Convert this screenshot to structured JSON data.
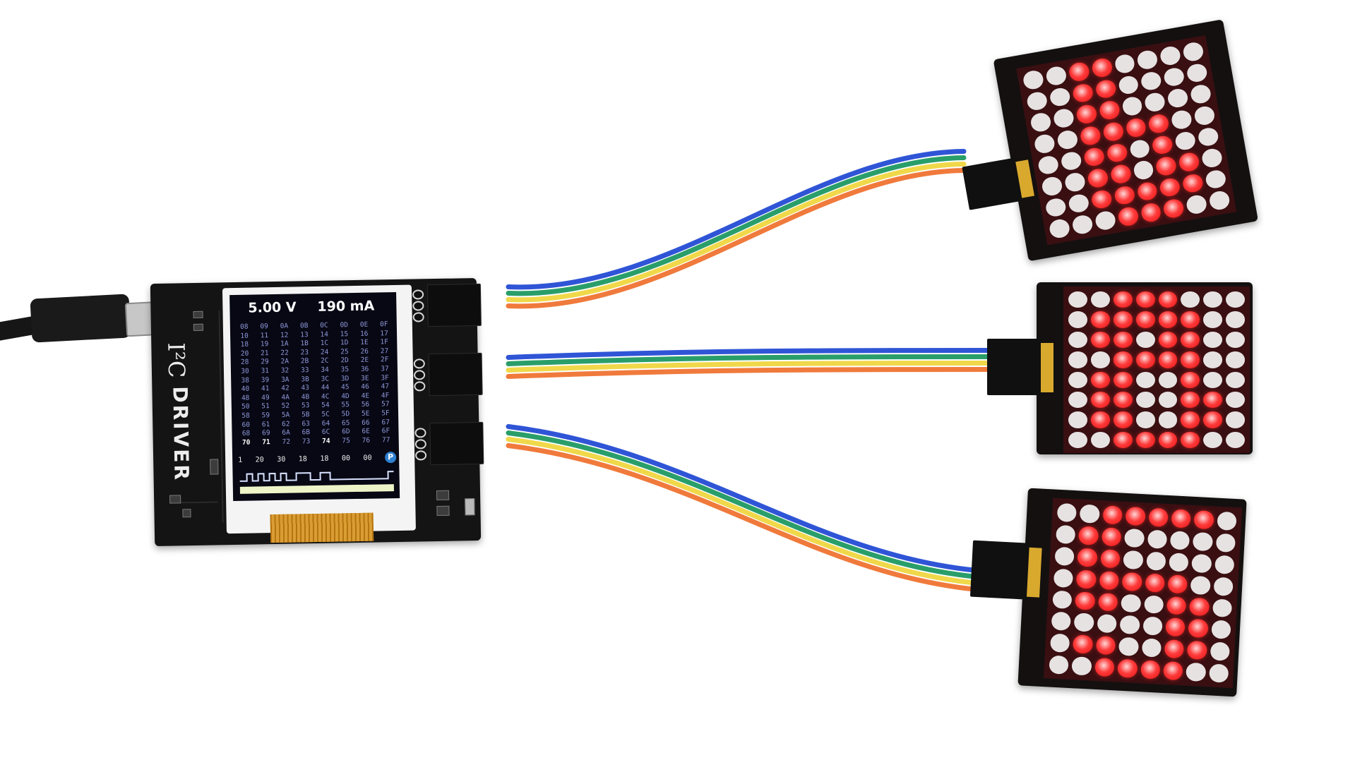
{
  "display": {
    "voltage": "5.00 V",
    "current": "190 mA",
    "address_rows": [
      [
        "08",
        "09",
        "0A",
        "0B",
        "0C",
        "0D",
        "0E",
        "0F"
      ],
      [
        "10",
        "11",
        "12",
        "13",
        "14",
        "15",
        "16",
        "17"
      ],
      [
        "18",
        "19",
        "1A",
        "1B",
        "1C",
        "1D",
        "1E",
        "1F"
      ],
      [
        "20",
        "21",
        "22",
        "23",
        "24",
        "25",
        "26",
        "27"
      ],
      [
        "28",
        "29",
        "2A",
        "2B",
        "2C",
        "2D",
        "2E",
        "2F"
      ],
      [
        "30",
        "31",
        "32",
        "33",
        "34",
        "35",
        "36",
        "37"
      ],
      [
        "38",
        "39",
        "3A",
        "3B",
        "3C",
        "3D",
        "3E",
        "3F"
      ],
      [
        "40",
        "41",
        "42",
        "43",
        "44",
        "45",
        "46",
        "47"
      ],
      [
        "48",
        "49",
        "4A",
        "4B",
        "4C",
        "4D",
        "4E",
        "4F"
      ],
      [
        "50",
        "51",
        "52",
        "53",
        "54",
        "55",
        "56",
        "57"
      ],
      [
        "58",
        "59",
        "5A",
        "5B",
        "5C",
        "5D",
        "5E",
        "5F"
      ],
      [
        "60",
        "61",
        "62",
        "63",
        "64",
        "65",
        "66",
        "67"
      ],
      [
        "68",
        "69",
        "6A",
        "6B",
        "6C",
        "6D",
        "6E",
        "6F"
      ],
      [
        "70",
        "71",
        "72",
        "73",
        "74",
        "75",
        "76",
        "77"
      ]
    ],
    "highlighted_addresses": [
      "70",
      "71",
      "74"
    ],
    "trace_labels": [
      "1",
      "20",
      "30",
      "18",
      "18",
      "00",
      "00"
    ],
    "badge": "P"
  },
  "board": {
    "logo_top": "I²C",
    "logo_bottom": "DRIVER"
  },
  "colors": {
    "board": "#141414",
    "screen_bg": "#070814",
    "hex_text": "#8f97d8",
    "led_on": "#ff3b3b",
    "led_off": "#e7e2e2",
    "wire_blue": "#2f55d6",
    "wire_green": "#2a9e6a",
    "wire_yellow": "#f0d84a",
    "wire_orange": "#f07a3c"
  },
  "matrices": [
    {
      "id": "top",
      "pattern": [
        "00110000",
        "00110000",
        "00110000",
        "00111100",
        "00110100",
        "00110110",
        "00111110",
        "00011100"
      ]
    },
    {
      "id": "middle",
      "pattern": [
        "00111000",
        "01111100",
        "01101100",
        "00111100",
        "01100100",
        "01100110",
        "01100110",
        "00111100"
      ]
    },
    {
      "id": "bottom",
      "pattern": [
        "00111110",
        "01100000",
        "01100000",
        "01111100",
        "01100110",
        "00000110",
        "01100110",
        "00111100"
      ]
    }
  ]
}
